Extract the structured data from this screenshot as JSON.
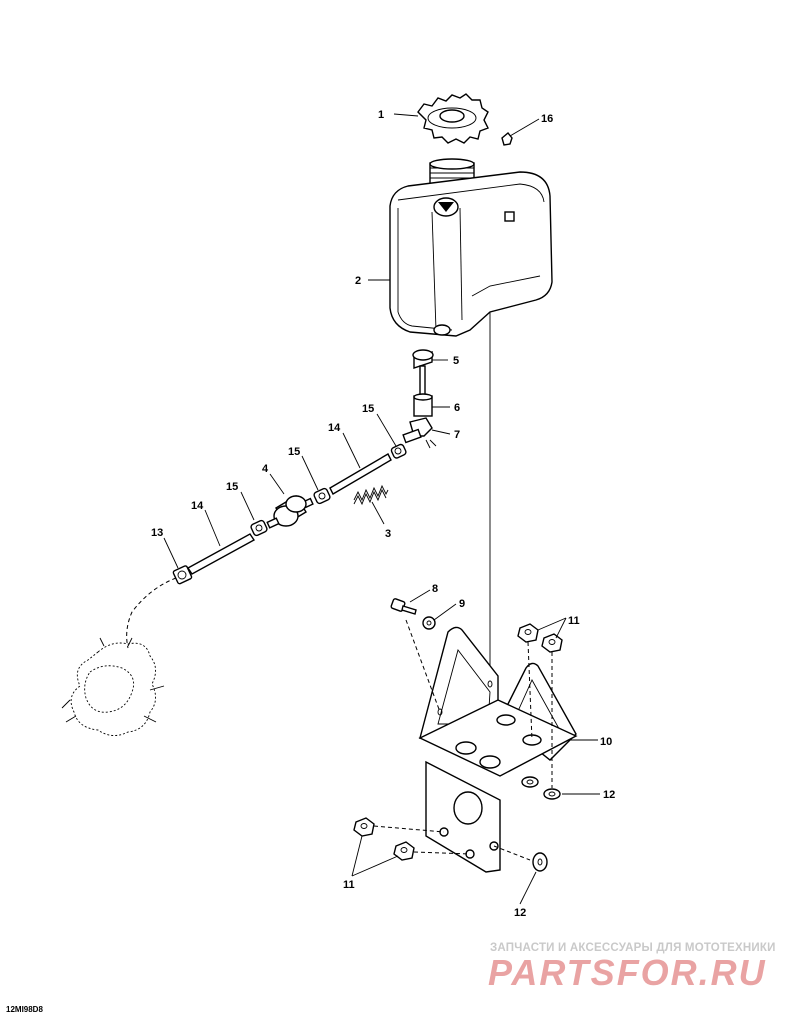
{
  "callouts": {
    "c1": "1",
    "c2": "2",
    "c3": "3",
    "c4": "4",
    "c5": "5",
    "c6": "6",
    "c7": "7",
    "c8": "8",
    "c9": "9",
    "c10": "10",
    "c11a": "11",
    "c11b": "11",
    "c12a": "12",
    "c12b": "12",
    "c13": "13",
    "c14a": "14",
    "c14b": "14",
    "c15a": "15",
    "c15b": "15",
    "c15c": "15",
    "c16": "16"
  },
  "footer": {
    "drawing_code": "12MI98D8"
  },
  "watermark": {
    "tagline": "ЗАПЧАСТИ И АКСЕССУАРЫ ДЛЯ МОТОТЕХНИКИ",
    "logo_text": "PARTSFOR.RU",
    "logo_color": "#e9a3a3"
  }
}
